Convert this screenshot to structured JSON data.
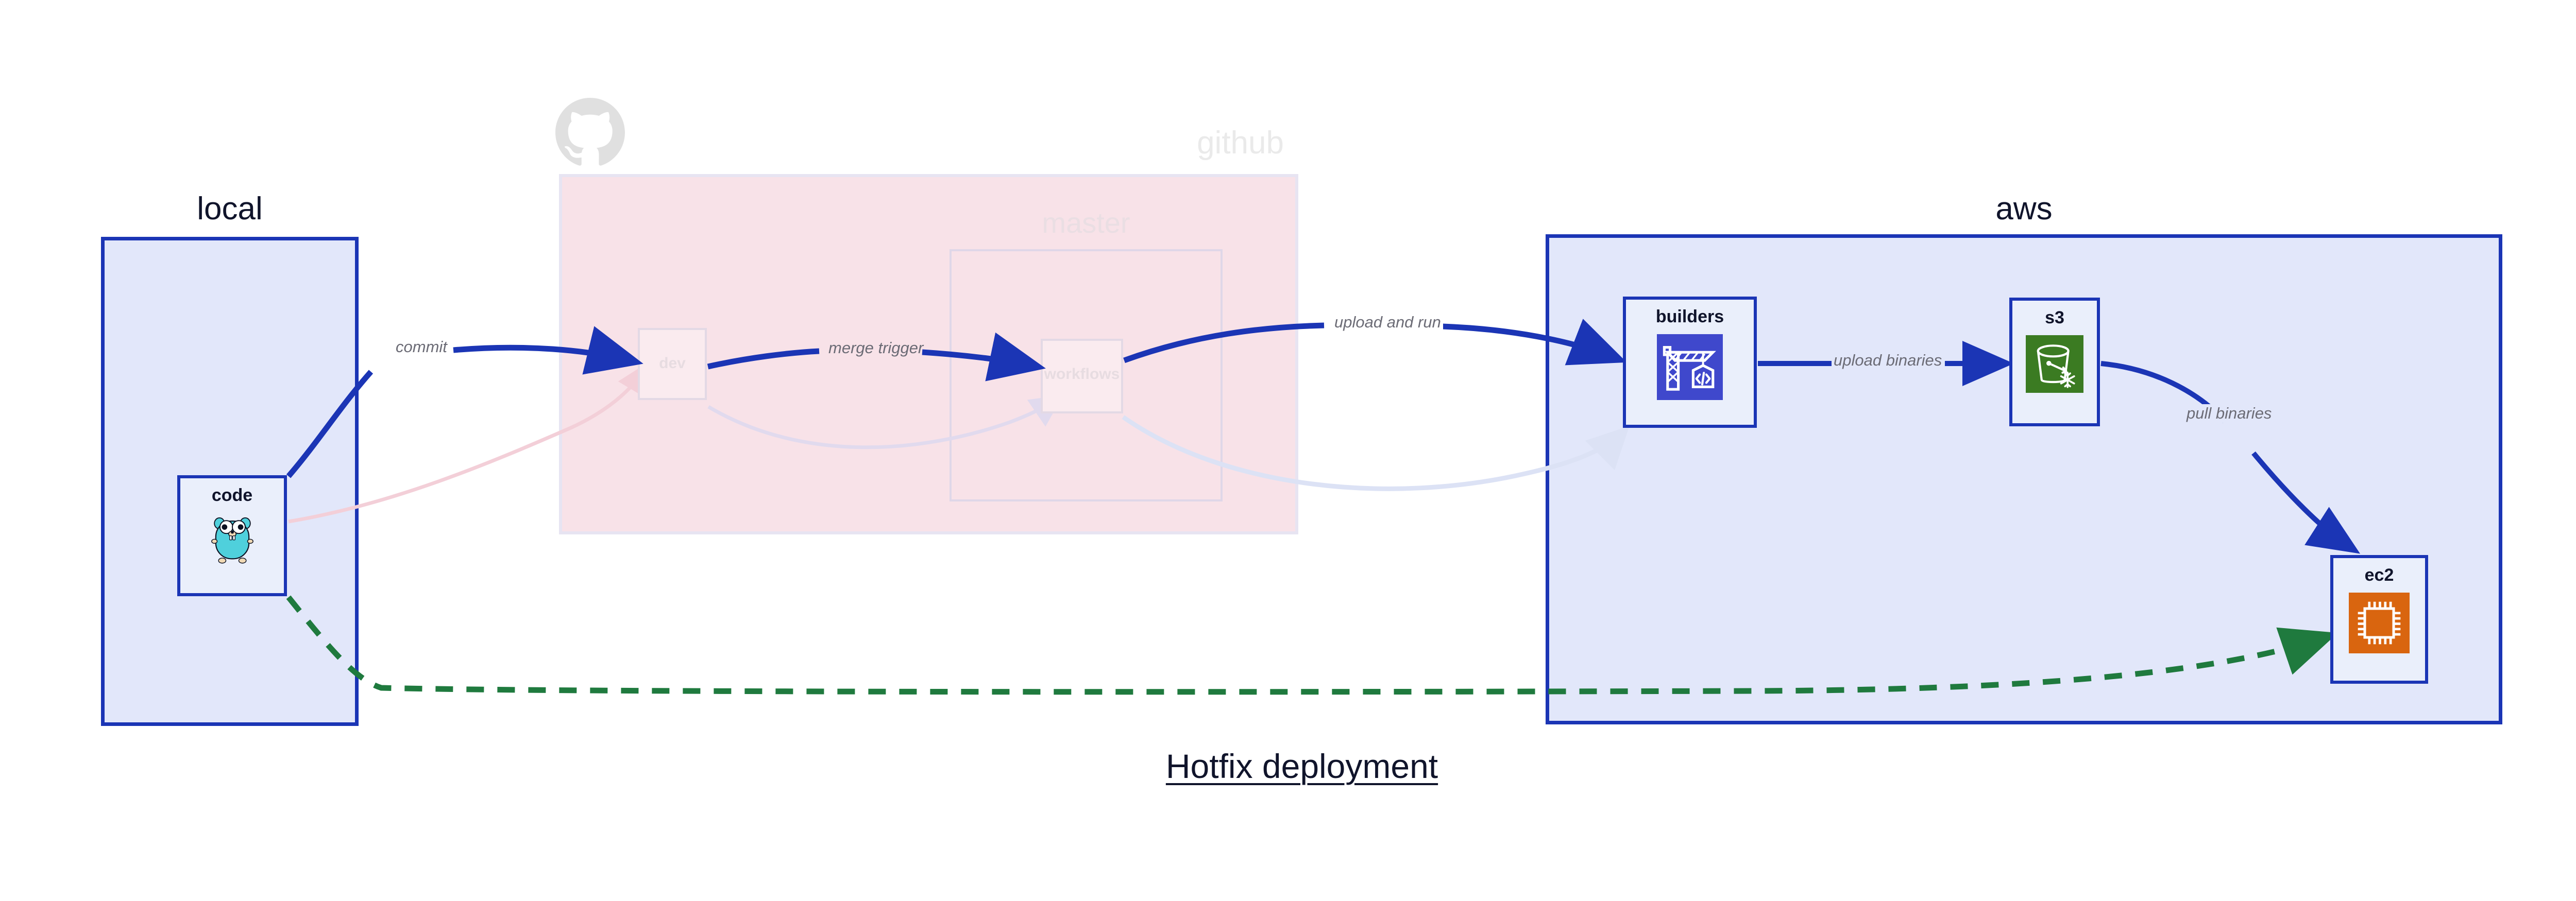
{
  "diagram": {
    "title": "Hotfix deployment",
    "background": "#ffffff"
  },
  "clusters": [
    {
      "id": "local",
      "label": "local",
      "fill": "#E2E7FA",
      "stroke": "#1B35B5",
      "label_color": "#10142B"
    },
    {
      "id": "github",
      "label": "github",
      "fill": "#F8E2E8",
      "stroke": "#E7E4F2",
      "label_color": "#EAEAEA",
      "faded": true,
      "watermark_icon": "github-octocat-icon"
    },
    {
      "id": "master",
      "label": "master",
      "fill": "#F8E2E8",
      "stroke": "#DFD7E8",
      "label_color": "#EADEE3",
      "faded": true,
      "parent": "github"
    },
    {
      "id": "aws",
      "label": "aws",
      "fill": "#E2E7FA",
      "stroke": "#1B35B5",
      "label_color": "#10142B"
    }
  ],
  "nodes": [
    {
      "id": "code",
      "label": "code",
      "cluster": "local",
      "icon": "go-gopher-icon",
      "faded": false
    },
    {
      "id": "dev",
      "label": "dev",
      "cluster": "github",
      "icon": "none",
      "faded": true
    },
    {
      "id": "workflows",
      "label": "workflows",
      "cluster": "master",
      "icon": "none",
      "faded": true
    },
    {
      "id": "builders",
      "label": "builders",
      "cluster": "aws",
      "icon": "aws-codebuild-icon",
      "icon_color": "#3F48CC",
      "faded": false
    },
    {
      "id": "s3",
      "label": "s3",
      "cluster": "aws",
      "icon": "aws-s3-glacier-icon",
      "icon_color": "#3B7B22",
      "faded": false
    },
    {
      "id": "ec2",
      "label": "ec2",
      "cluster": "aws",
      "icon": "aws-ec2-icon",
      "icon_color": "#D9650F",
      "faded": false
    }
  ],
  "edges": [
    {
      "id": "commit",
      "from": "code",
      "to": "dev",
      "label": "commit",
      "color": "#1B35B5",
      "style": "solid",
      "faded": false
    },
    {
      "id": "merge-trigger",
      "from": "dev",
      "to": "workflows",
      "label": "merge trigger",
      "color": "#1B35B5",
      "style": "solid",
      "faded": false
    },
    {
      "id": "upload-and-run",
      "from": "workflows",
      "to": "builders",
      "label": "upload and run",
      "color": "#1B35B5",
      "style": "solid",
      "faded": false
    },
    {
      "id": "upload-binaries",
      "from": "builders",
      "to": "s3",
      "label": "upload binaries",
      "color": "#1B35B5",
      "style": "solid",
      "faded": false
    },
    {
      "id": "pull-binaries",
      "from": "s3",
      "to": "ec2",
      "label": "pull binaries",
      "color": "#1B35B5",
      "style": "solid",
      "faded": false
    },
    {
      "id": "hotfix-direct",
      "from": "code",
      "to": "ec2",
      "label": "",
      "color": "#1F7A3E",
      "style": "dashed",
      "faded": false
    },
    {
      "id": "ghost-code-dev",
      "from": "code",
      "to": "dev",
      "label": "",
      "color": "#F5D7DE",
      "style": "solid",
      "faded": true
    },
    {
      "id": "ghost-dev-workflows",
      "from": "dev",
      "to": "workflows",
      "label": "",
      "color": "#E4DEF0",
      "style": "solid",
      "faded": true
    },
    {
      "id": "ghost-workflows-builders",
      "from": "workflows",
      "to": "builders",
      "label": "",
      "color": "#DFE4F6",
      "style": "solid",
      "faded": true
    }
  ],
  "palette": {
    "primary_blue": "#1B35B5",
    "cluster_blue_fill": "#E2E7FA",
    "node_blue_fill": "#EAEFFB",
    "pink_fill": "#F8E2E8",
    "green_dashed": "#1F7A3E",
    "label_gray": "#6B6B75",
    "text_dark": "#10142B",
    "codebuild_blue": "#3F48CC",
    "s3_green": "#3B7B22",
    "ec2_orange": "#D9650F"
  }
}
